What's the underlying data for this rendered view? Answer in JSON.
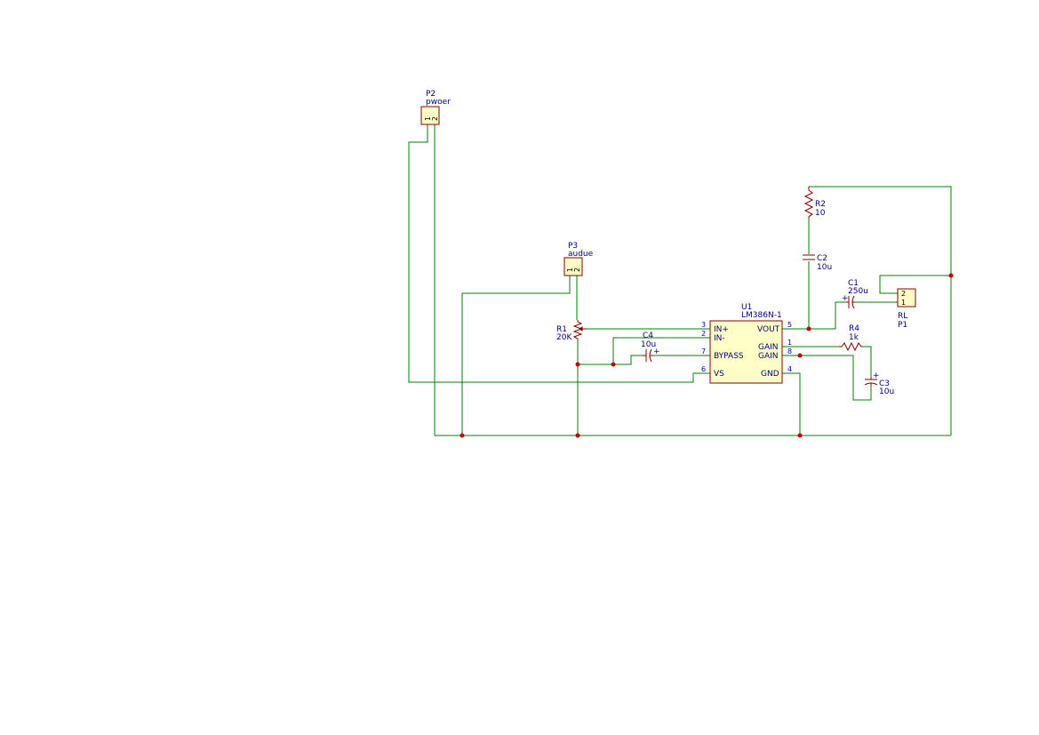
{
  "components": {
    "p2": {
      "ref": "P2",
      "value": "pwoer",
      "pins": [
        "1",
        "2"
      ]
    },
    "p3": {
      "ref": "P3",
      "value": "audue",
      "pins": [
        "1",
        "2"
      ]
    },
    "p1": {
      "ref": "P1",
      "value": "RL",
      "pins": [
        "2",
        "1"
      ]
    },
    "r1": {
      "ref": "R1",
      "value": "20K"
    },
    "r2": {
      "ref": "R2",
      "value": "10"
    },
    "r4": {
      "ref": "R4",
      "value": "1k"
    },
    "c1": {
      "ref": "C1",
      "value": "250u"
    },
    "c2": {
      "ref": "C2",
      "value": "10u"
    },
    "c3": {
      "ref": "C3",
      "value": "10u"
    },
    "c4": {
      "ref": "C4",
      "value": "10u"
    },
    "u1": {
      "ref": "U1",
      "value": "LM386N-1",
      "pins": {
        "in_plus": {
          "num": "3",
          "name": "IN+"
        },
        "in_minus": {
          "num": "2",
          "name": "IN-"
        },
        "bypass": {
          "num": "7",
          "name": "BYPASS"
        },
        "vs": {
          "num": "6",
          "name": "VS"
        },
        "vout": {
          "num": "5",
          "name": "VOUT"
        },
        "gain1": {
          "num": "1",
          "name": "GAIN"
        },
        "gain8": {
          "num": "8",
          "name": "GAIN"
        },
        "gnd": {
          "num": "4",
          "name": "GND"
        }
      }
    }
  },
  "plus_sign": "+",
  "colors": {
    "wire": "#008000",
    "component": "#840000",
    "text": "#000080",
    "pin_number": "#0000c0",
    "junction": "#c00000"
  }
}
